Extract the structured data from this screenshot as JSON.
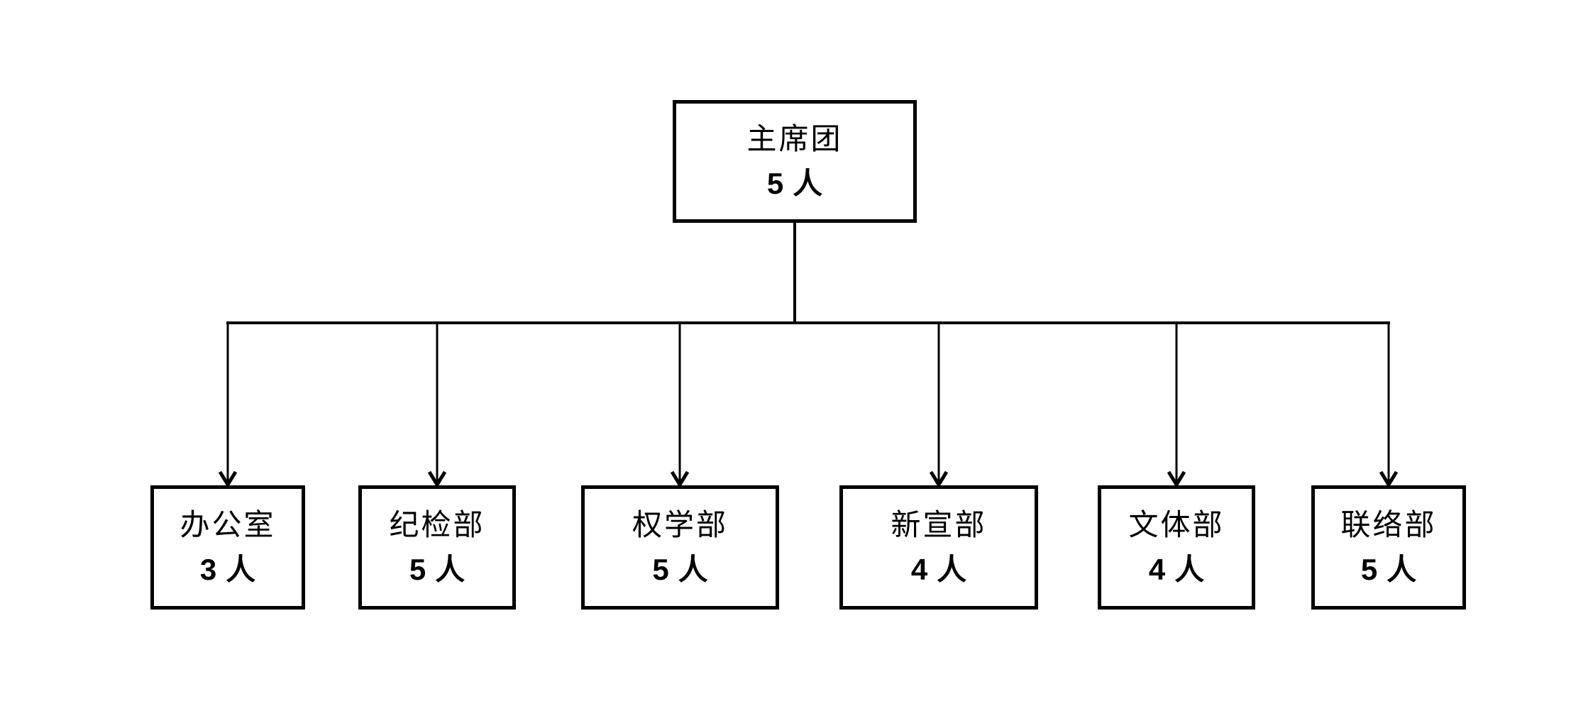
{
  "org_chart": {
    "root": {
      "name": "主席团",
      "members": "5",
      "unit": "人"
    },
    "departments": [
      {
        "name": "办公室",
        "members": "3",
        "unit": "人"
      },
      {
        "name": "纪检部",
        "members": "5",
        "unit": "人"
      },
      {
        "name": "权学部",
        "members": "5",
        "unit": "人"
      },
      {
        "name": "新宣部",
        "members": "4",
        "unit": "人"
      },
      {
        "name": "文体部",
        "members": "4",
        "unit": "人"
      },
      {
        "name": "联络部",
        "members": "5",
        "unit": "人"
      }
    ],
    "colors": {
      "stroke": "#000000",
      "text": "#000000",
      "background": "#ffffff"
    }
  }
}
